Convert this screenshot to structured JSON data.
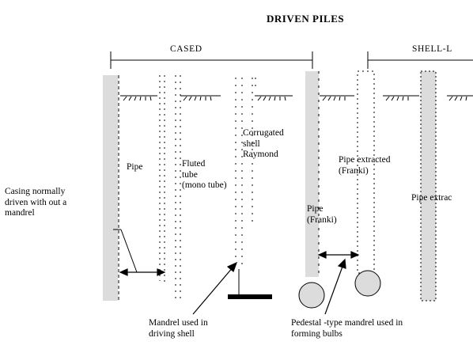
{
  "title": "DRIVEN PILES",
  "brackets": {
    "cased": "CASED",
    "shell_less": "SHELL-L"
  },
  "labels": {
    "casing": "Casing normally\ndriven with out a\nmandrel",
    "pipe": "Pipe",
    "fluted": "Fluted\ntube\n(mono tube)",
    "corrugated": "Corrugated\nshell\nRaymond",
    "pipe_franki": "Pipe\n(Franki)",
    "pipe_extracted_franki": "Pipe extracted\n(Franki)",
    "pipe_extracted_cut": "Pipe extrac",
    "mandrel_shell": "Mandrel used in\ndriving shell",
    "pedestal": "Pedestal -type mandrel used in\nforming bulbs"
  },
  "colors": {
    "pile_fill": "#dcdcdc",
    "line": "#000000",
    "background": "#ffffff"
  }
}
